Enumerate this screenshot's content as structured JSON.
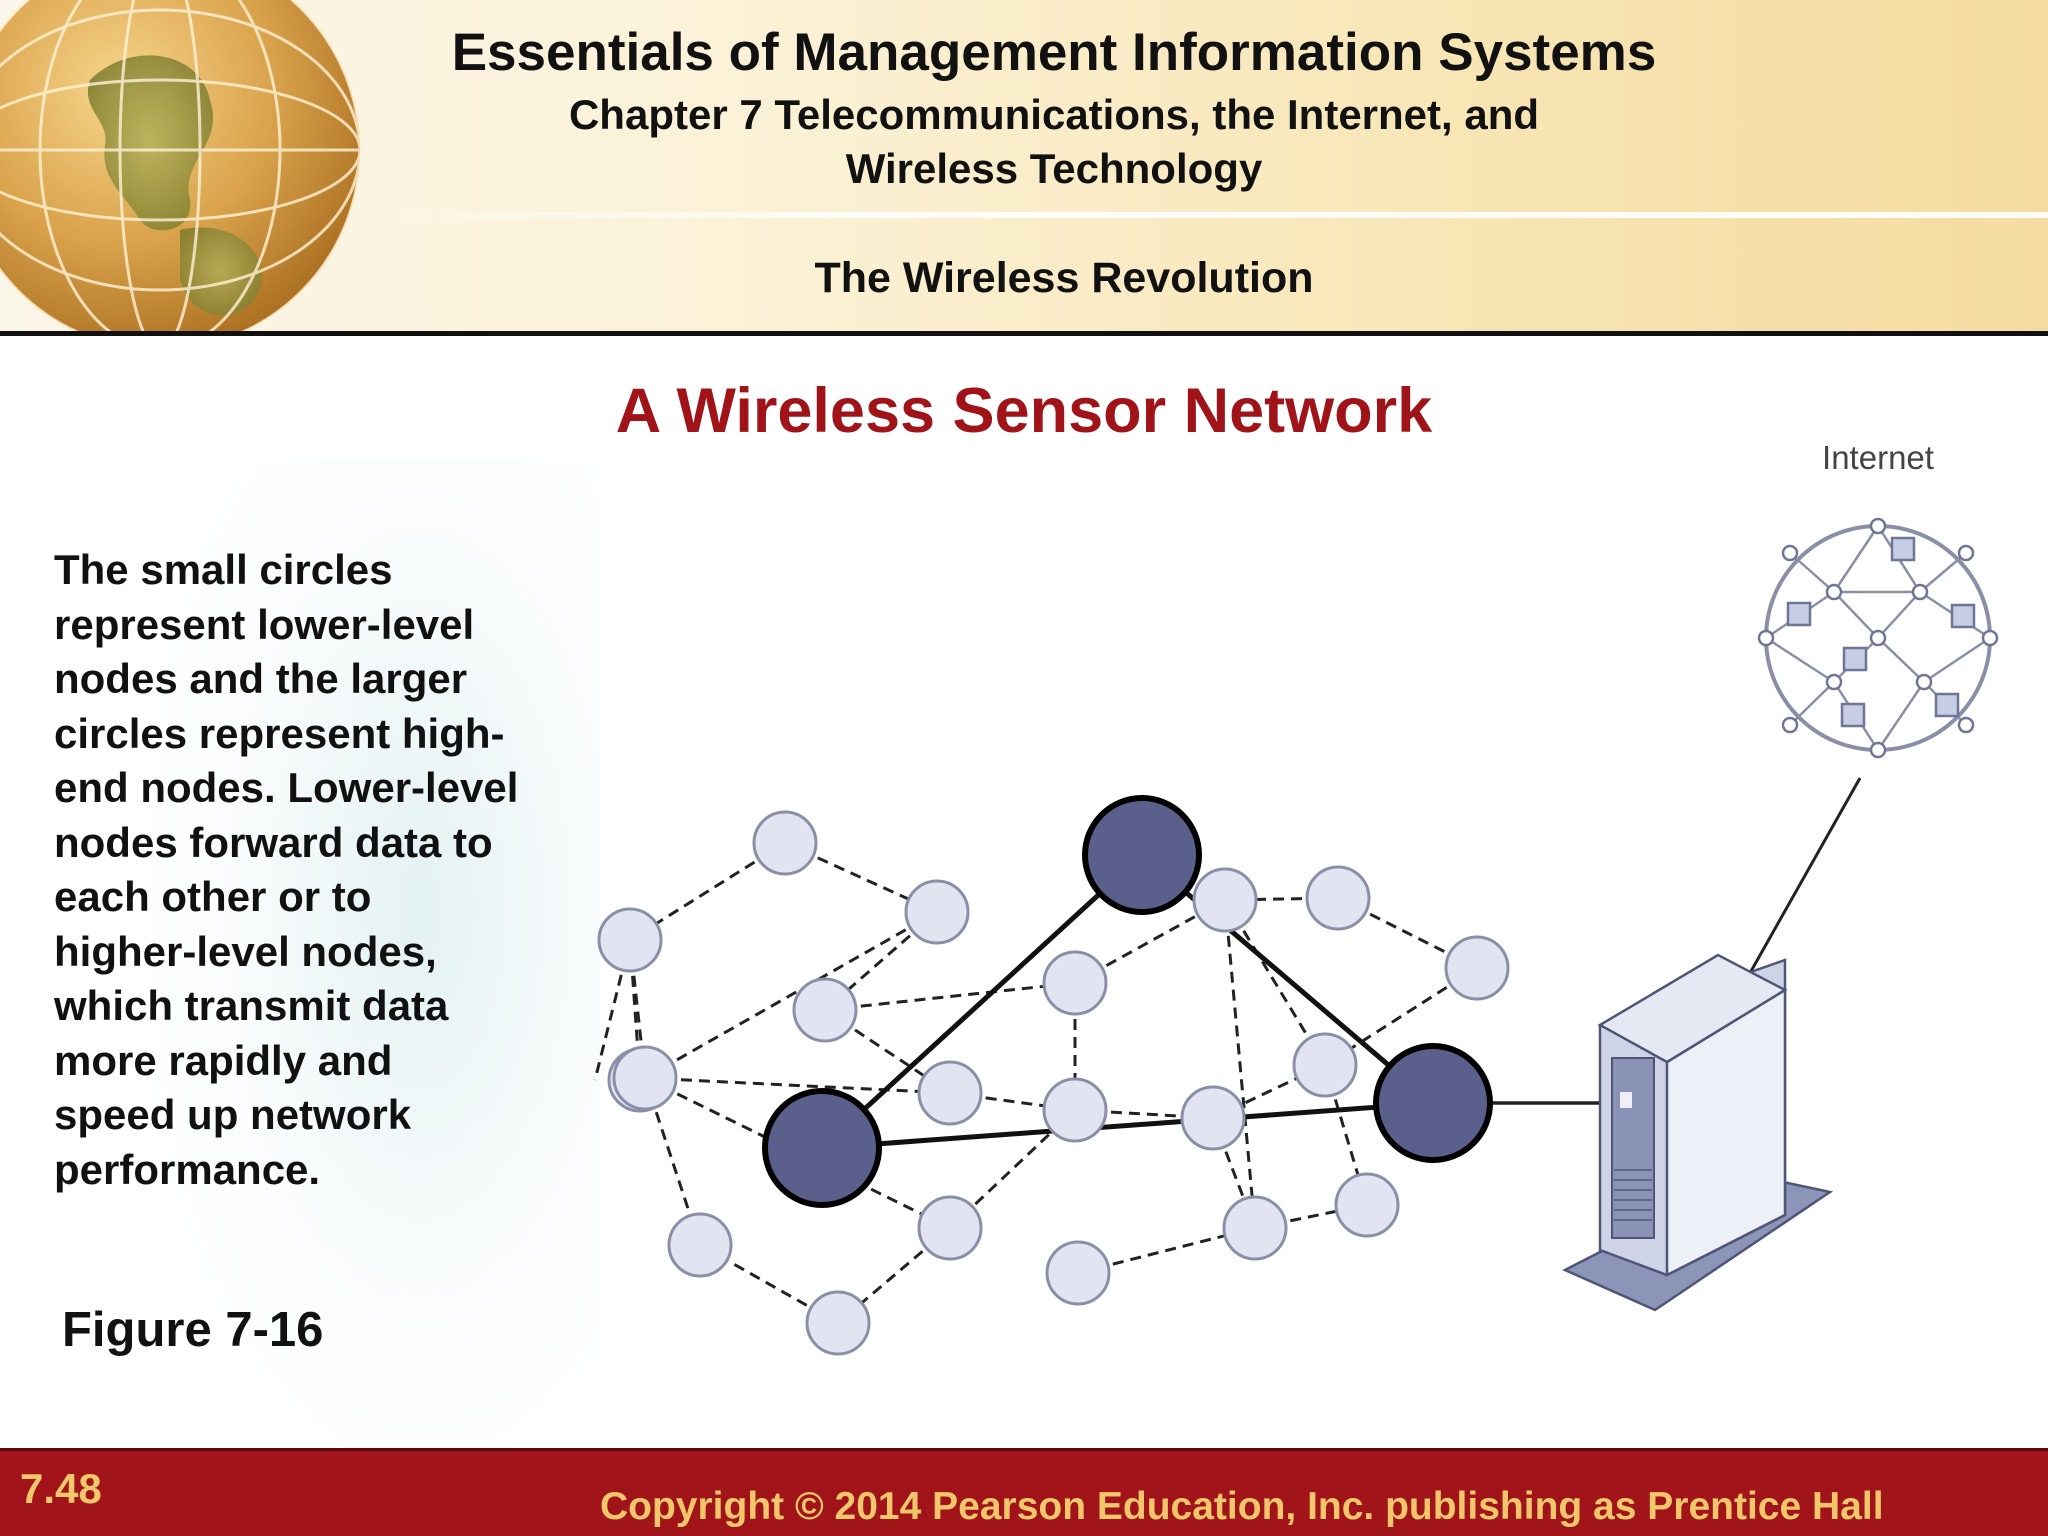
{
  "header": {
    "course_title": "Essentials of Management Information Systems",
    "chapter_line1": "Chapter 7 Telecommunications, the Internet, and",
    "chapter_line2": "Wireless Technology",
    "section_title": "The Wireless Revolution"
  },
  "slide": {
    "title": "A Wireless Sensor Network",
    "caption": "The small circles represent lower-level nodes and the larger circles represent high-end nodes. Lower-level nodes forward data to each other or to higher-level nodes, which transmit data more rapidly and speed up network performance.",
    "figure_label": "Figure 7-16"
  },
  "diagram": {
    "internet_label": "Internet"
  },
  "footer": {
    "page_number": "7.48",
    "copyright": "Copyright © 2014 Pearson Education, Inc. publishing as Prentice Hall"
  },
  "colors": {
    "title_red": "#a01419",
    "footer_red": "#a0141a",
    "footer_text": "#f2c66a",
    "high_end_node": "#5b5f8c",
    "low_level_node": "#e2e5f1"
  }
}
